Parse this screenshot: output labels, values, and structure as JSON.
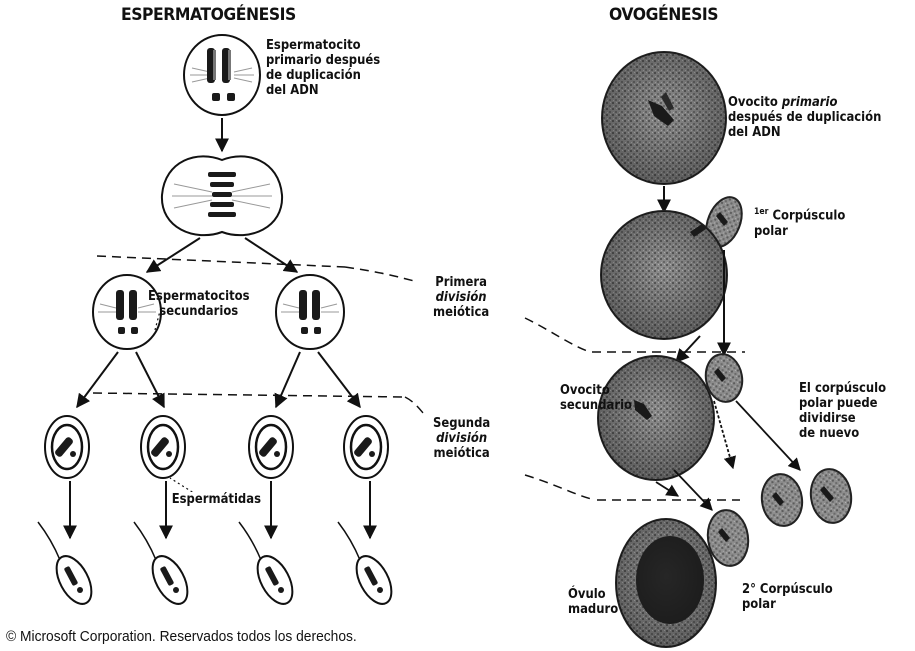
{
  "spermatogenesis": {
    "title": "ESPERMATOGÉNESIS",
    "primary_label": "Espermatocito\nprimario después\nde duplicación\ndel ADN",
    "secondary_label": "Espermatocitos\nsecundarios",
    "spermatid_label": "Espermátidas"
  },
  "oogenesis": {
    "title": "OVOGÉNESIS",
    "primary_label_pre": "Ovocito ",
    "primary_label_em": "primario",
    "primary_label_post": "\ndespués de duplicación\ndel ADN",
    "first_polar_label_sup": "1er",
    "first_polar_label": " Corpúsculo\npolar",
    "secondary_label": "Ovocito\nsecundario",
    "polar_divide_label": "El corpúsculo\npolar puede\ndividirse\nde nuevo",
    "mature_ovum_label": "Óvulo\nmaduro",
    "second_polar_label": "2° Corpúsculo\npolar"
  },
  "divisions": {
    "first_line1": "Primera",
    "first_line2": "división",
    "first_line3": "meiótica",
    "second_line1": "Segunda",
    "second_line2": "división",
    "second_line3": "meiótica"
  },
  "copyright": "© Microsoft Corporation. Reservados todos los derechos.",
  "colors": {
    "ink": "#111111",
    "oocyte_fill": "#8a8a8a",
    "oocyte_dark": "#3a3a3a",
    "chromosome": "#1a1a1a"
  }
}
